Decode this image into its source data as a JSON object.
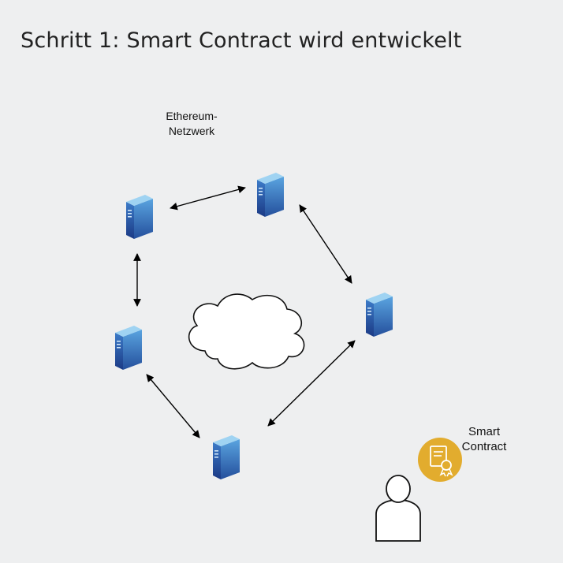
{
  "title": "Schritt 1: Smart Contract wird entwickelt",
  "network": {
    "label_line1": "Ethereum-",
    "label_line2": "Netzwerk"
  },
  "smart_contract": {
    "label_line1": "Smart",
    "label_line2": "Contract",
    "icon": "certificate-icon",
    "color": "#e2ac2e"
  },
  "colors": {
    "background": "#eeeff0",
    "server_front": "#1e3f8a",
    "server_side": "#2f6fb8",
    "server_top": "#8cc8ee"
  },
  "nodes": [
    "server-top-left",
    "server-top-right",
    "server-right",
    "server-bottom",
    "server-left"
  ],
  "connections": [
    [
      "server-top-left",
      "server-top-right"
    ],
    [
      "server-top-right",
      "server-right"
    ],
    [
      "server-right",
      "server-bottom"
    ],
    [
      "server-bottom",
      "server-left"
    ],
    [
      "server-left",
      "server-top-left"
    ]
  ]
}
